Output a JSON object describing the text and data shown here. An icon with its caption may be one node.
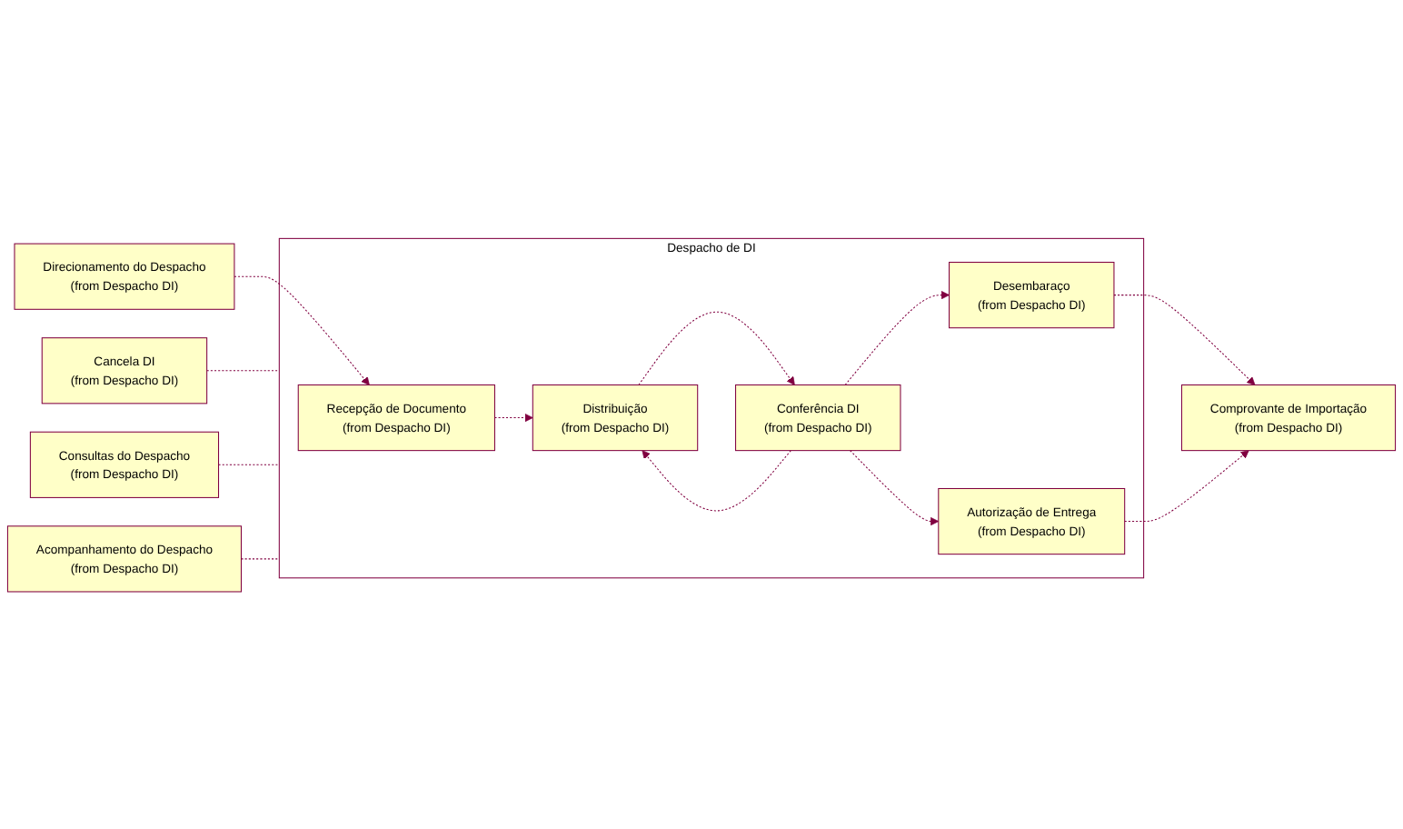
{
  "diagram": {
    "nodes": [
      {
        "text": [
          "Direcionamento do Despacho",
          "(from Despacho DI)"
        ]
      },
      {
        "text": [
          "Despacho de DI"
        ]
      },
      {
        "text": [
          "Recepção de Documento",
          "(from Despacho DI)"
        ],
        "in": 1
      },
      {
        "text": [
          "Distribuição",
          "(from Despacho DI)"
        ],
        "in": 1
      },
      {
        "text": [
          "Conferência DI",
          "(from Despacho DI)"
        ],
        "in": 1
      },
      {
        "text": [
          "Desembaraço",
          "(from Despacho DI)"
        ],
        "in": 1
      },
      {
        "text": [
          "Autorização de Entrega",
          "(from Despacho DI)"
        ],
        "in": 1
      },
      {
        "text": [
          "Comprovante de Importação",
          "(from Despacho DI)"
        ]
      },
      {
        "text": [
          "Cancela DI",
          "(from Despacho DI)"
        ]
      },
      {
        "text": [
          "Consultas do Despacho",
          "(from Despacho DI)"
        ]
      },
      {
        "text": [
          "Acompanhamento do Despacho",
          "(from Despacho DI)"
        ]
      }
    ],
    "edges": [
      {
        "from": 0,
        "to": 2,
        "arrow": "to",
        "style": "dashed"
      },
      {
        "from": 2,
        "to": 3,
        "arrow": "to",
        "style": "dashed"
      },
      {
        "from": 3,
        "to": 4,
        "arrow": "to",
        "style": "dashed"
      },
      {
        "from": 4,
        "to": 3,
        "arrow": "to",
        "style": "dashed"
      },
      {
        "from": 4,
        "to": 5,
        "arrow": "to",
        "style": "dashed"
      },
      {
        "from": 4,
        "to": 6,
        "arrow": "to",
        "style": "dashed"
      },
      {
        "from": 5,
        "to": 7,
        "arrow": "to",
        "style": "dashed"
      },
      {
        "from": 6,
        "to": 7,
        "arrow": "to",
        "style": "dashed"
      },
      {
        "from": 1,
        "to": 8,
        "arrow": "none",
        "style": "dashed"
      },
      {
        "from": 1,
        "to": 9,
        "arrow": "none",
        "style": "dashed"
      },
      {
        "from": 1,
        "to": 10,
        "arrow": "none",
        "style": "dashed"
      }
    ]
  }
}
